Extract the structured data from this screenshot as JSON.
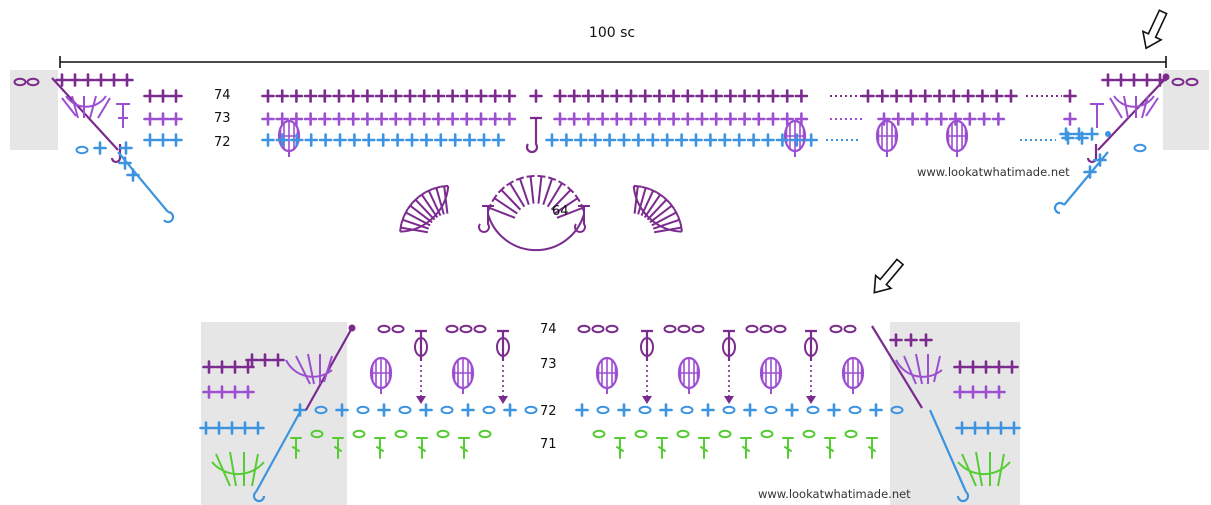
{
  "top": {
    "stitch_count": "100 sc",
    "row_labels": {
      "r74": "74",
      "r73": "73",
      "r72": "72",
      "r64": "64"
    },
    "watermark": "www.lookatwhatimade.net"
  },
  "bottom": {
    "row_labels": {
      "r74": "74",
      "r73": "73",
      "r72": "72",
      "r71": "71"
    },
    "watermark": "www.lookatwhatimade.net"
  },
  "colors": {
    "dark_purple": "#7b2b8e",
    "light_purple": "#9c4fd0",
    "blue": "#3c94e0",
    "green": "#55cc33",
    "shade": "#e6e6e6"
  },
  "icons": [
    "arrow-icon"
  ]
}
